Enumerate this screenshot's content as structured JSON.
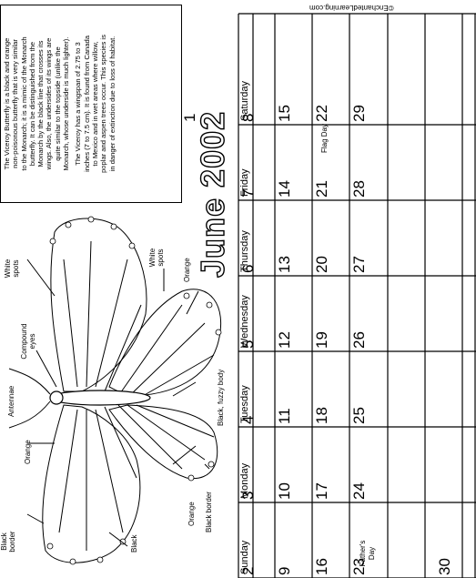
{
  "footer_credit": "©EnchantedLearning.com",
  "calendar": {
    "month": "June",
    "year": "2002",
    "weekdays": [
      "Sunday",
      "Monday",
      "Tuesday",
      "Wednesday",
      "Thursday",
      "Friday",
      "Saturday"
    ],
    "weeks": [
      [
        "",
        "",
        "",
        "",
        "",
        "",
        "1"
      ],
      [
        "2",
        "3",
        "4",
        "5",
        "6",
        "7",
        "8"
      ],
      [
        "9",
        "10",
        "11",
        "12",
        "13",
        "14",
        "15"
      ],
      [
        "16",
        "17",
        "18",
        "19",
        "20",
        "21",
        "22"
      ],
      [
        "23",
        "24",
        "25",
        "26",
        "27",
        "28",
        "29"
      ],
      [
        "30",
        "",
        "",
        "",
        "",
        "",
        ""
      ]
    ],
    "holidays": {
      "flag_day": "Flag Day",
      "fathers_day_line1": "Father's",
      "fathers_day_line2": "Day"
    }
  },
  "info_box": {
    "paragraph1": [
      "The Viceroy Butterfly is a black and orange",
      "non-poisonous butterfly that is very similar",
      "to the Monarch; it is a mimic of the Monarch",
      "butterfly. It can be distinguished from the",
      "Monarch by the black line that crosses its",
      "wings. Also, the undersides of its wings are",
      "quite similar to the topside (unlike the",
      "Monarch, whose underside is much lighter)."
    ],
    "paragraph2": [
      "The Viceroy has a wingspan of 2.75 to 3",
      "inches (7 to 7.5 cm). It is found from Canada",
      "to Mexico and in wet areas where willow,",
      "poplar and aspen trees occur. This species is",
      "in danger of extinction due to loss of habitat."
    ]
  },
  "diagram_labels": {
    "white_spots_top": [
      "White",
      "spots"
    ],
    "white_spots_right": [
      "White",
      "spots"
    ],
    "orange_right": "Orange",
    "compound_eyes": [
      "Compound",
      "eyes"
    ],
    "antennae": "Antennae",
    "body": "Black, fuzzy body",
    "orange_left": "Orange",
    "orange_bottom": "Orange",
    "black_border_bottom": "Black border",
    "black_border_left": [
      "Black",
      "border"
    ],
    "black": "Black"
  }
}
